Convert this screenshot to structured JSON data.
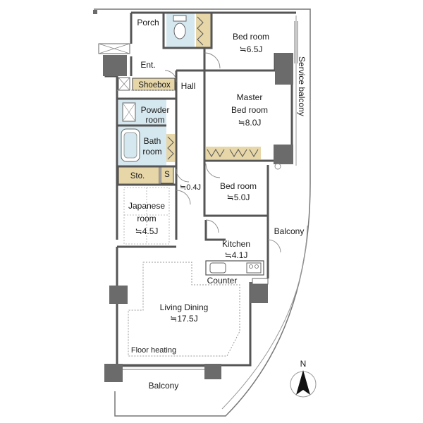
{
  "rooms": {
    "porch": "Porch",
    "bedroom_1": {
      "name": "Bed room",
      "size": "≒6.5J"
    },
    "service_balcony": "Service balcony",
    "entrance": "Ent.",
    "shoebox": "Shoebox",
    "hall": "Hall",
    "master_bedroom": {
      "line1": "Master",
      "line2": "Bed room",
      "size": "≒8.0J"
    },
    "powder_room": {
      "line1": "Powder",
      "line2": "room"
    },
    "bath_room": {
      "line1": "Bath",
      "line2": "room"
    },
    "storage": "Sto.",
    "s_closet": "S",
    "small_closet_size": "≒0.4J",
    "bedroom_2": {
      "name": "Bed room",
      "size": "≒5.0J"
    },
    "japanese_room": {
      "line1": "Japanese",
      "line2": "room",
      "size": "≒4.5J"
    },
    "balcony_side": "Balcony",
    "kitchen": {
      "name": "Kitchen",
      "size": "≒4.1J"
    },
    "counter": "Counter",
    "living_dining": {
      "name": "Living Dining",
      "size": "≒17.5J"
    },
    "floor_heating": "Floor heating",
    "balcony_bottom": "Balcony"
  },
  "compass": {
    "north": "N"
  },
  "colors": {
    "wall": "#6b6b6b",
    "wet_area": "#d6e8ef",
    "storage": "#e6d6a8",
    "line": "#444444"
  }
}
